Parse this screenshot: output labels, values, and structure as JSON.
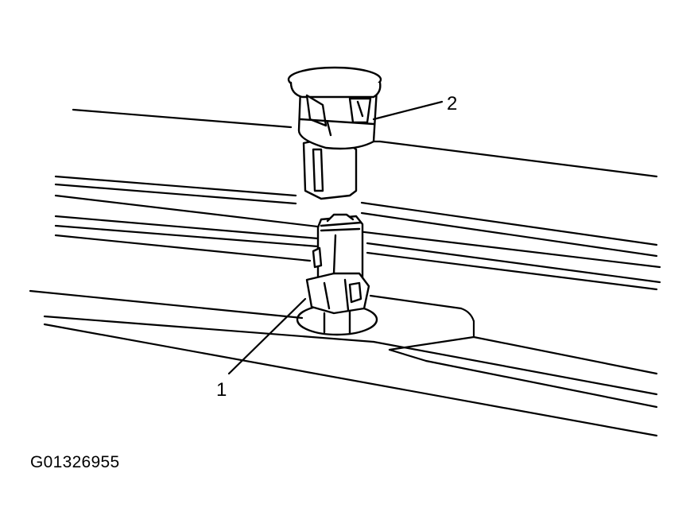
{
  "diagram": {
    "callouts": [
      {
        "number": "1",
        "part": "connector-base"
      },
      {
        "number": "2",
        "part": "connector-cap"
      }
    ],
    "figure_id": "G01326955",
    "colors": {
      "line": "#000000",
      "background": "#ffffff"
    }
  }
}
